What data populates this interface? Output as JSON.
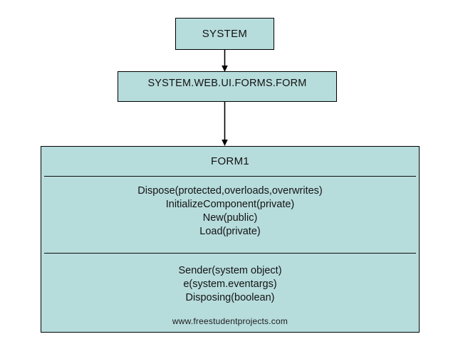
{
  "diagram": {
    "type": "uml-class-hierarchy",
    "background_color": "#ffffff",
    "box_fill_color": "#b7dcdc",
    "box_border_color": "#000000",
    "text_color": "#121212",
    "boxes": {
      "root": {
        "label": "SYSTEM"
      },
      "namespace": {
        "label": "SYSTEM.WEB.UI.FORMS.FORM"
      },
      "class": {
        "title": "FORM1",
        "methods": [
          "Dispose(protected,overloads,overwrites)",
          "InitializeComponent(private)",
          "New(public)",
          "Load(private)"
        ],
        "attributes": [
          "Sender(system object)",
          "e(system.eventargs)",
          "Disposing(boolean)"
        ]
      }
    },
    "connectors": [
      {
        "from": "SYSTEM",
        "to": "SYSTEM.WEB.UI.FORMS.FORM",
        "style": "solid-line-filled-arrow-down"
      },
      {
        "from": "SYSTEM.WEB.UI.FORMS.FORM",
        "to": "FORM1",
        "style": "solid-line-filled-arrow-down"
      }
    ],
    "watermark": "www.freestudentprojects.com"
  }
}
